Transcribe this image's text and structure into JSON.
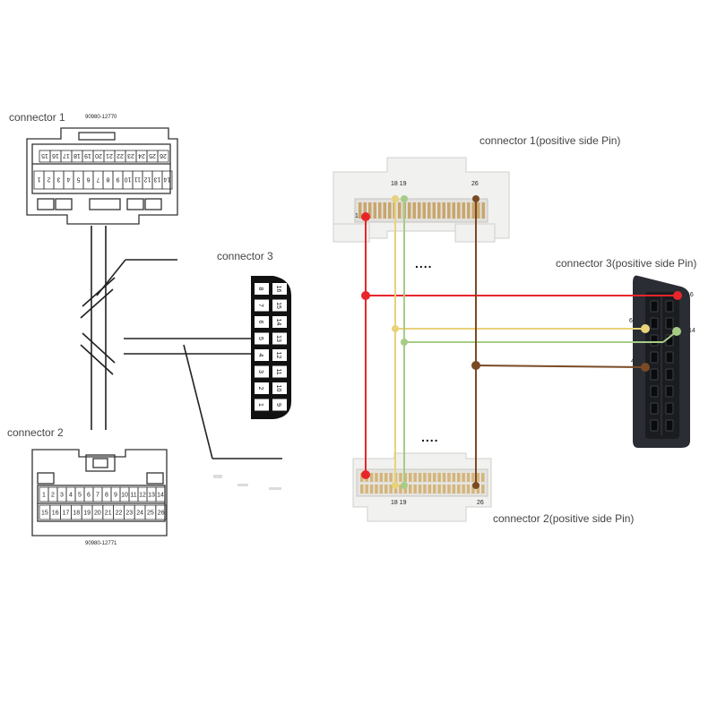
{
  "left_diagram": {
    "connector1_label": "connector 1",
    "connector1_part": "90980-12770",
    "connector1_row_top": [
      "15",
      "16",
      "17",
      "18",
      "19",
      "20",
      "21",
      "22",
      "23",
      "24",
      "25",
      "26"
    ],
    "connector1_row_bottom": [
      "1",
      "2",
      "3",
      "4",
      "5",
      "6",
      "7",
      "8",
      "9",
      "10",
      "11",
      "12",
      "13",
      "14"
    ],
    "connector2_label": "connector 2",
    "connector2_part": "90980-12771",
    "connector2_row_top": [
      "1",
      "2",
      "3",
      "4",
      "5",
      "6",
      "7",
      "8",
      "9",
      "10",
      "11",
      "12",
      "13",
      "14"
    ],
    "connector2_row_bottom": [
      "15",
      "16",
      "17",
      "18",
      "19",
      "20",
      "21",
      "22",
      "23",
      "24",
      "25",
      "26"
    ],
    "connector3_label": "connector 3",
    "connector3_left_col": [
      "8",
      "7",
      "6",
      "5",
      "4",
      "3",
      "2",
      "1"
    ],
    "connector3_right_col": [
      "16",
      "15",
      "14",
      "13",
      "12",
      "11",
      "10",
      "9"
    ]
  },
  "right_diagram": {
    "connector1_label": "connector 1(positive side Pin)",
    "connector2_label": "connector 2(positive side Pin)",
    "connector3_label": "connector 3(positive side Pin)",
    "c1_pin_1": "1",
    "c1_pins_18_19": "18 19",
    "c1_pin_26": "26",
    "c2_pins_18_19": "18 19",
    "c2_pin_26": "26",
    "c3_pin_16": "16",
    "c3_pin_6": "6",
    "c3_pin_14": "14",
    "c3_pin_4": "4",
    "ellipsis": "....",
    "wire_colors": {
      "red": "#e8262a",
      "yellow": "#e8d27a",
      "green": "#a6cc86",
      "brown": "#7a4a24"
    }
  }
}
